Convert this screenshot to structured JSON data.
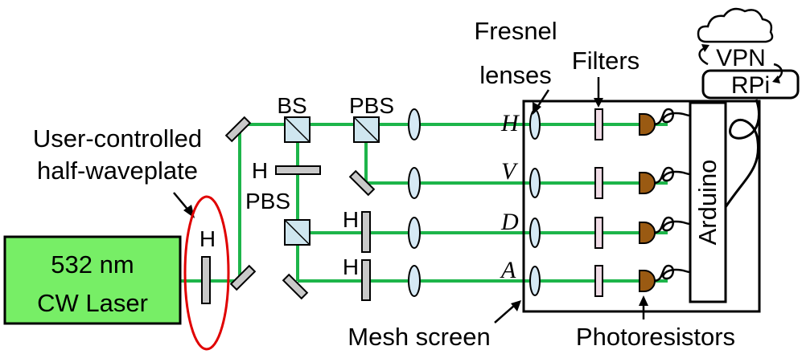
{
  "labels": {
    "laser": [
      "532 nm",
      "CW Laser"
    ],
    "user_controlled": [
      "User-controlled",
      "half-waveplate"
    ],
    "bs": "BS",
    "pbs": "PBS",
    "h": "H",
    "fresnel": [
      "Fresnel",
      "lenses"
    ],
    "filters": "Filters",
    "vpn": "VPN",
    "rpi": "RPi",
    "arduino": "Arduino",
    "mesh_screen": "Mesh screen",
    "photoresistors": "Photoresistors"
  },
  "channels": [
    "H",
    "V",
    "D",
    "A"
  ],
  "colors": {
    "beam": "#1db54a",
    "laser_fill": "#77ee66",
    "highlight": "#e00000",
    "optic_fill": "#c9c9c9",
    "cube_fill": "#cfe6ef",
    "lens_fill": "#d6e9f5",
    "filter_fill": "#f0dce6",
    "detector_fill": "#9a5a12"
  }
}
